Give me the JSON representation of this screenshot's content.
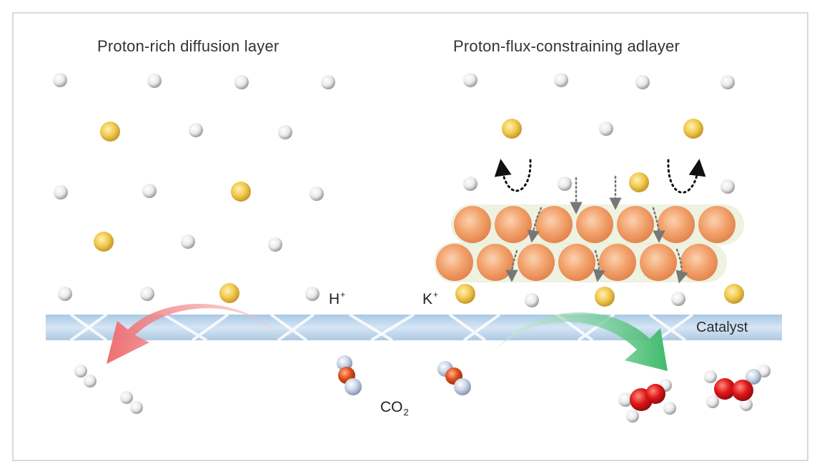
{
  "labels": {
    "left_title": "Proton-rich diffusion layer",
    "right_title": "Proton-flux-constraining adlayer",
    "proton": "H",
    "proton_charge": "+",
    "potassium": "K",
    "potassium_charge": "+",
    "co2_main": "CO",
    "co2_sub": "2",
    "catalyst": "Catalyst"
  },
  "colors": {
    "proton_sphere": "#e8e8e8",
    "potassium_sphere": "#e8c04a",
    "adlayer_sphere": "#f0a070",
    "catalyst_band": "#c9dcef",
    "her_arrow": "#f08080",
    "co2rr_arrow": "#4fc07a",
    "oxygen_atom": "#e02020",
    "carbon_atom": "#e05020"
  },
  "icons": {
    "dotted_up_arrow": "curved-dotted-arrow-icon",
    "dotted_down_arrow": "dotted-down-arrow-icon"
  }
}
